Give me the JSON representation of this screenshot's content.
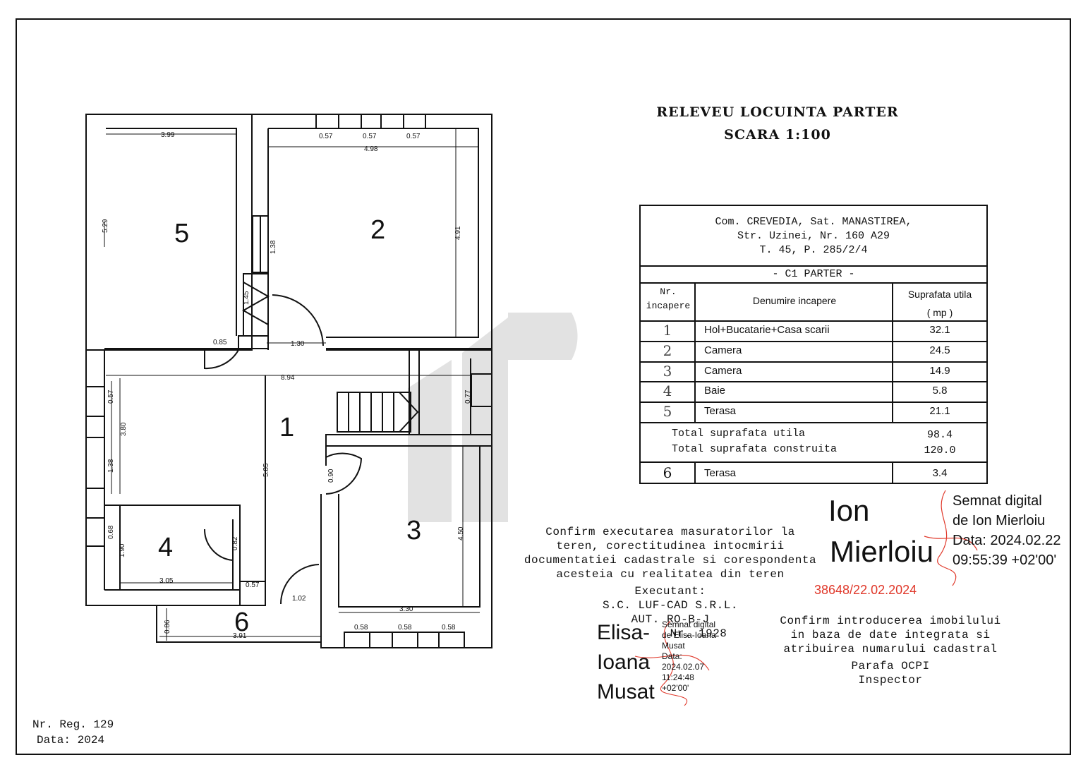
{
  "title": {
    "line1": "RELEVEU   LOCUINTA   PARTER",
    "line2": "SCARA 1:100"
  },
  "address": {
    "line1": "Com. CREVEDIA, Sat. MANASTIREA,",
    "line2": "Str. Uzinei, Nr. 160 A29",
    "line3": "T. 45, P. 285/2/4"
  },
  "table": {
    "section": "- C1 PARTER -",
    "headers": {
      "nr_line1": "Nr.",
      "nr_line2": "incapere",
      "name": "Denumire    incapere",
      "area_line1": "Suprafata utila",
      "area_line2": "( mp )"
    },
    "rows": [
      {
        "nr": "1",
        "name": "Hol+Bucatarie+Casa scarii",
        "area": "32.1"
      },
      {
        "nr": "2",
        "name": "Camera",
        "area": "24.5"
      },
      {
        "nr": "3",
        "name": "Camera",
        "area": "14.9"
      },
      {
        "nr": "4",
        "name": "Baie",
        "area": "5.8"
      },
      {
        "nr": "5",
        "name": "Terasa",
        "area": "21.1"
      }
    ],
    "total_util_label": "Total suprafata utila",
    "total_util_value": "98.4",
    "total_constr_label": "Total suprafata construita",
    "total_constr_value": "120.0",
    "extra_row": {
      "nr": "6",
      "name": "Terasa",
      "area": "3.4"
    }
  },
  "plan": {
    "rooms": [
      "1",
      "2",
      "3",
      "4",
      "5",
      "6"
    ],
    "dims": {
      "d399": "3.99",
      "d057a": "0.57",
      "d057b": "0.57",
      "d057c": "0.57",
      "d498": "4.98",
      "d529": "5.29",
      "d491": "4.91",
      "d138a": "1.38",
      "d145": "1.45",
      "d085": "0.85",
      "d130": "1.30",
      "d894": "8.94",
      "d057d": "0.57",
      "d077": "0.77",
      "d380": "3.80",
      "d138b": "1.38",
      "d585": "5.85",
      "d090": "0.90",
      "d068": "0.68",
      "d190": "1.90",
      "d082": "0.82",
      "d450": "4.50",
      "d305": "3.05",
      "d057e": "0.57",
      "d102": "1.02",
      "d330": "3.30",
      "d058a": "0.58",
      "d058b": "0.58",
      "d058c": "0.58",
      "d086": "0.86",
      "d391": "3.91"
    }
  },
  "confirm1": {
    "line1": "Confirm executarea masuratorilor la",
    "line2": "teren, corectitudinea intocmirii",
    "line3": "documentatiei cadastrale si corespondenta",
    "line4": "acesteia cu realitatea din teren",
    "line5": "Executant:",
    "line6": "S.C. LUF-CAD S.R.L.",
    "line7": "AUT. RO-B-J",
    "line8": "Nr. 1928"
  },
  "confirm2": {
    "line1": "Confirm introducerea imobilului",
    "line2": "in baza de date integrata si",
    "line3": "atribuirea numarului cadastral",
    "line4": "Parafa OCPI",
    "line5": "Inspector"
  },
  "sig1": {
    "name1": "Ion",
    "name2": "Mierloiu",
    "d1": "Semnat digital",
    "d2": "de Ion Mierloiu",
    "d3": "Data: 2024.02.22",
    "d4": "09:55:39 +02'00'",
    "stamp": "38648/22.02.2024"
  },
  "sig2": {
    "name1": "Elisa-",
    "name2": "Ioana",
    "name3": "Musat",
    "d1": "Semnat digital",
    "d2": "de Elisa-Ioana",
    "d3": "Musat",
    "d4": "Data:",
    "d5": "2024.02.07",
    "d6": "11:24:48",
    "d7": "+02'00'"
  },
  "footer": {
    "reg": "Nr. Reg. 129",
    "date": "Data: 2024"
  },
  "colors": {
    "ink": "#111111",
    "stamp_red": "#e0382a",
    "watermark": "#dcdcdc"
  }
}
